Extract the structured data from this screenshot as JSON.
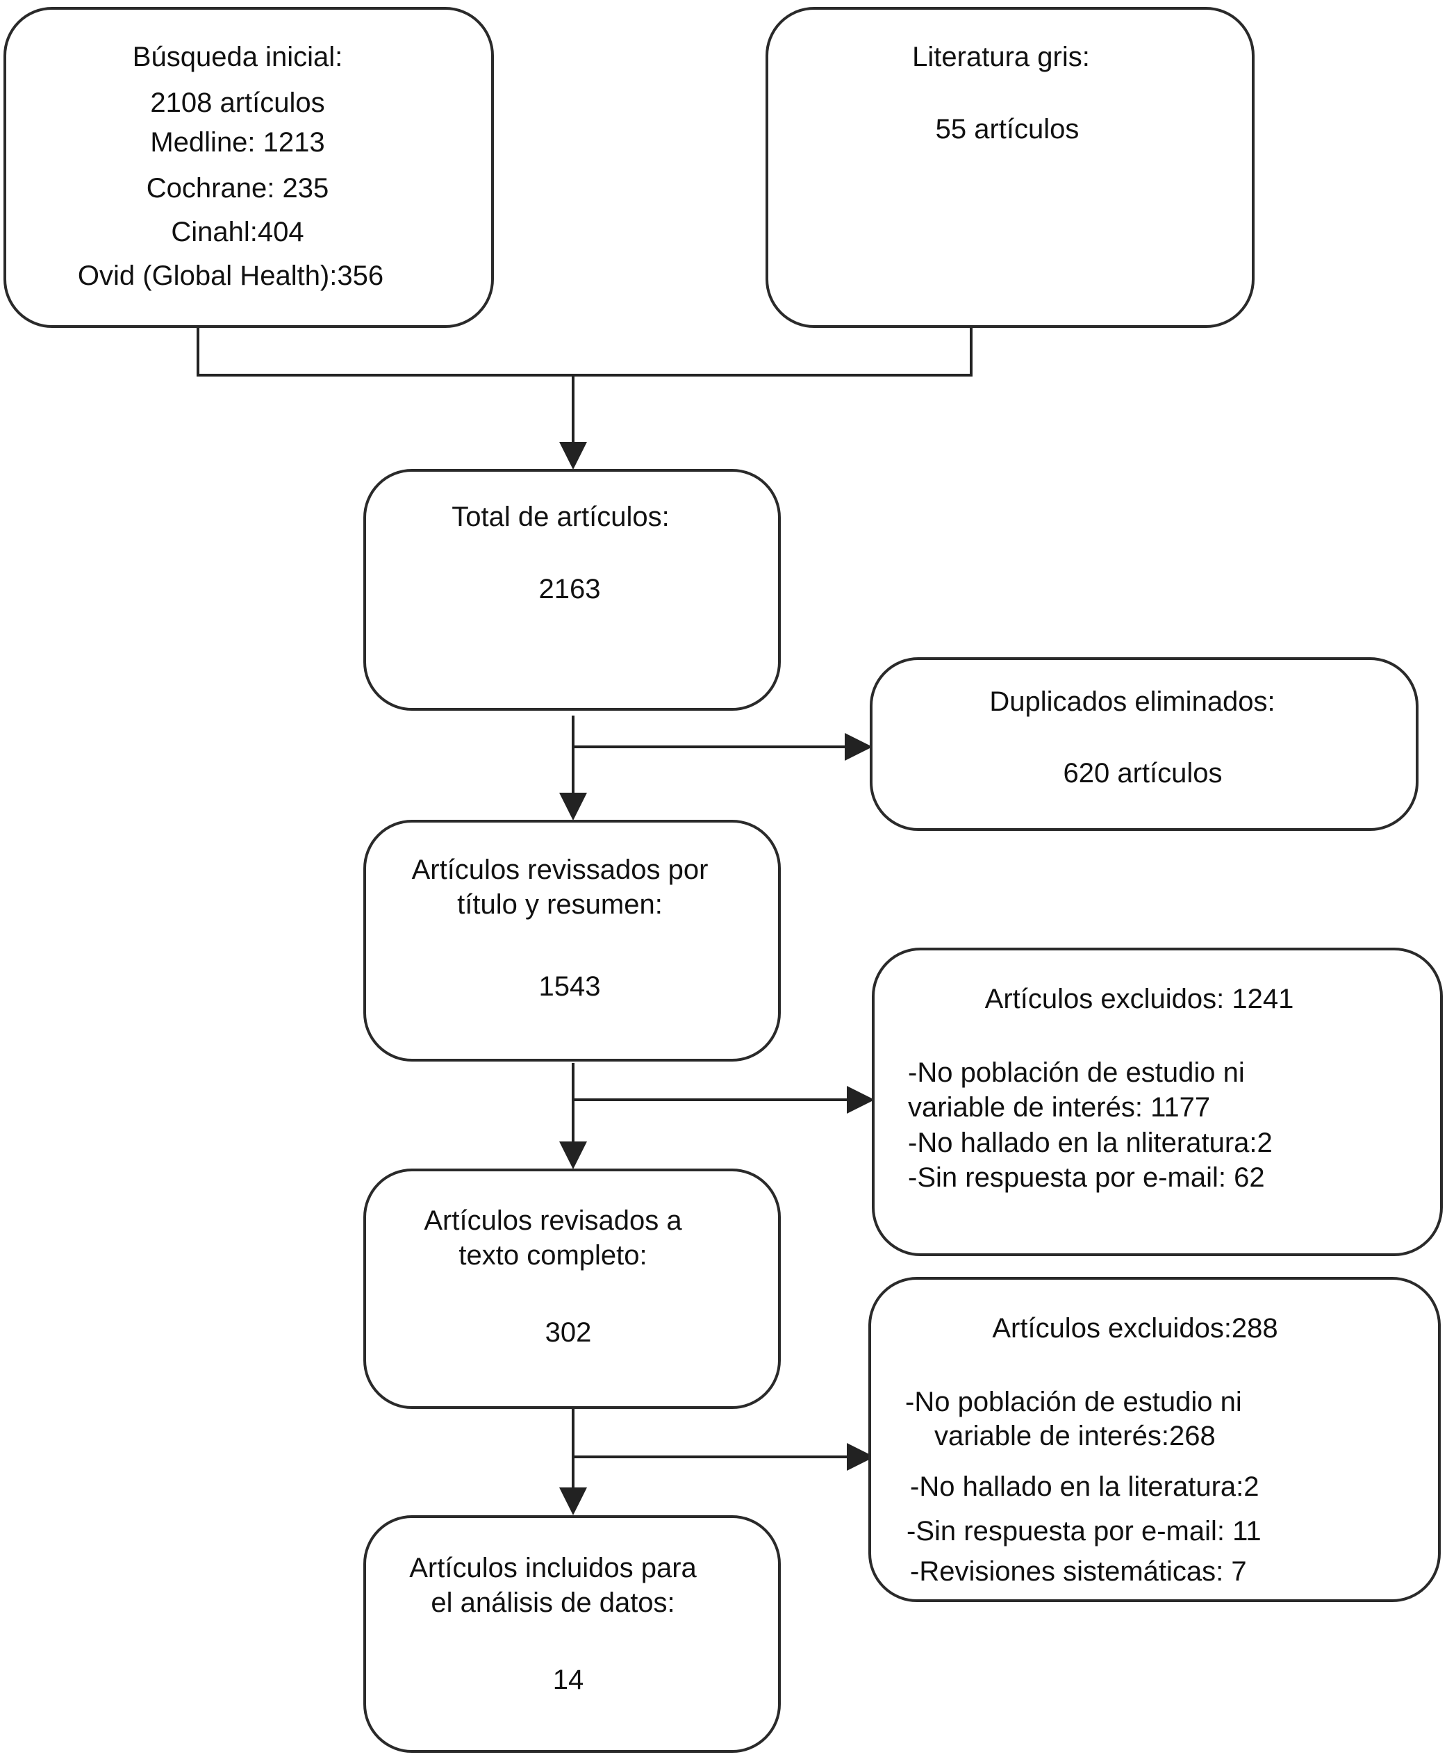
{
  "initial_search": {
    "title": "Búsqueda inicial:",
    "total": "2108 artículos",
    "medline": "Medline: 1213",
    "cochrane": "Cochrane: 235",
    "cinahl": "Cinahl:404",
    "ovid": "Ovid (Global Health):356"
  },
  "grey_literature": {
    "title": "Literatura gris:",
    "count": "55 artículos"
  },
  "total_articles": {
    "title": "Total de artículos:",
    "count": "2163"
  },
  "duplicates_removed": {
    "title": "Duplicados eliminados:",
    "count": "620 artículos"
  },
  "title_abstract_review": {
    "line1": "Artículos revissados por",
    "line2": "título y resumen:",
    "count": "1543"
  },
  "excluded_1": {
    "title": "Artículos excluidos: 1241",
    "reason1_line1": "-No población de estudio ni",
    "reason1_line2": "variable de interés: 1177",
    "reason2": "-No hallado en la nliteratura:2",
    "reason3": "-Sin respuesta por e-mail: 62"
  },
  "full_text_review": {
    "line1": "Artículos revisados a",
    "line2": "texto completo:",
    "count": "302"
  },
  "excluded_2": {
    "title": "Artículos excluidos:288",
    "reason1_line1": "-No población de estudio ni",
    "reason1_line2": "variable de interés:268",
    "reason2": "-No hallado en la literatura:2",
    "reason3": "-Sin respuesta por e-mail: 11",
    "reason4": "-Revisiones sistemáticas: 7"
  },
  "included": {
    "line1": "Artículos incluidos para",
    "line2": "el análisis de datos:",
    "count": "14"
  }
}
